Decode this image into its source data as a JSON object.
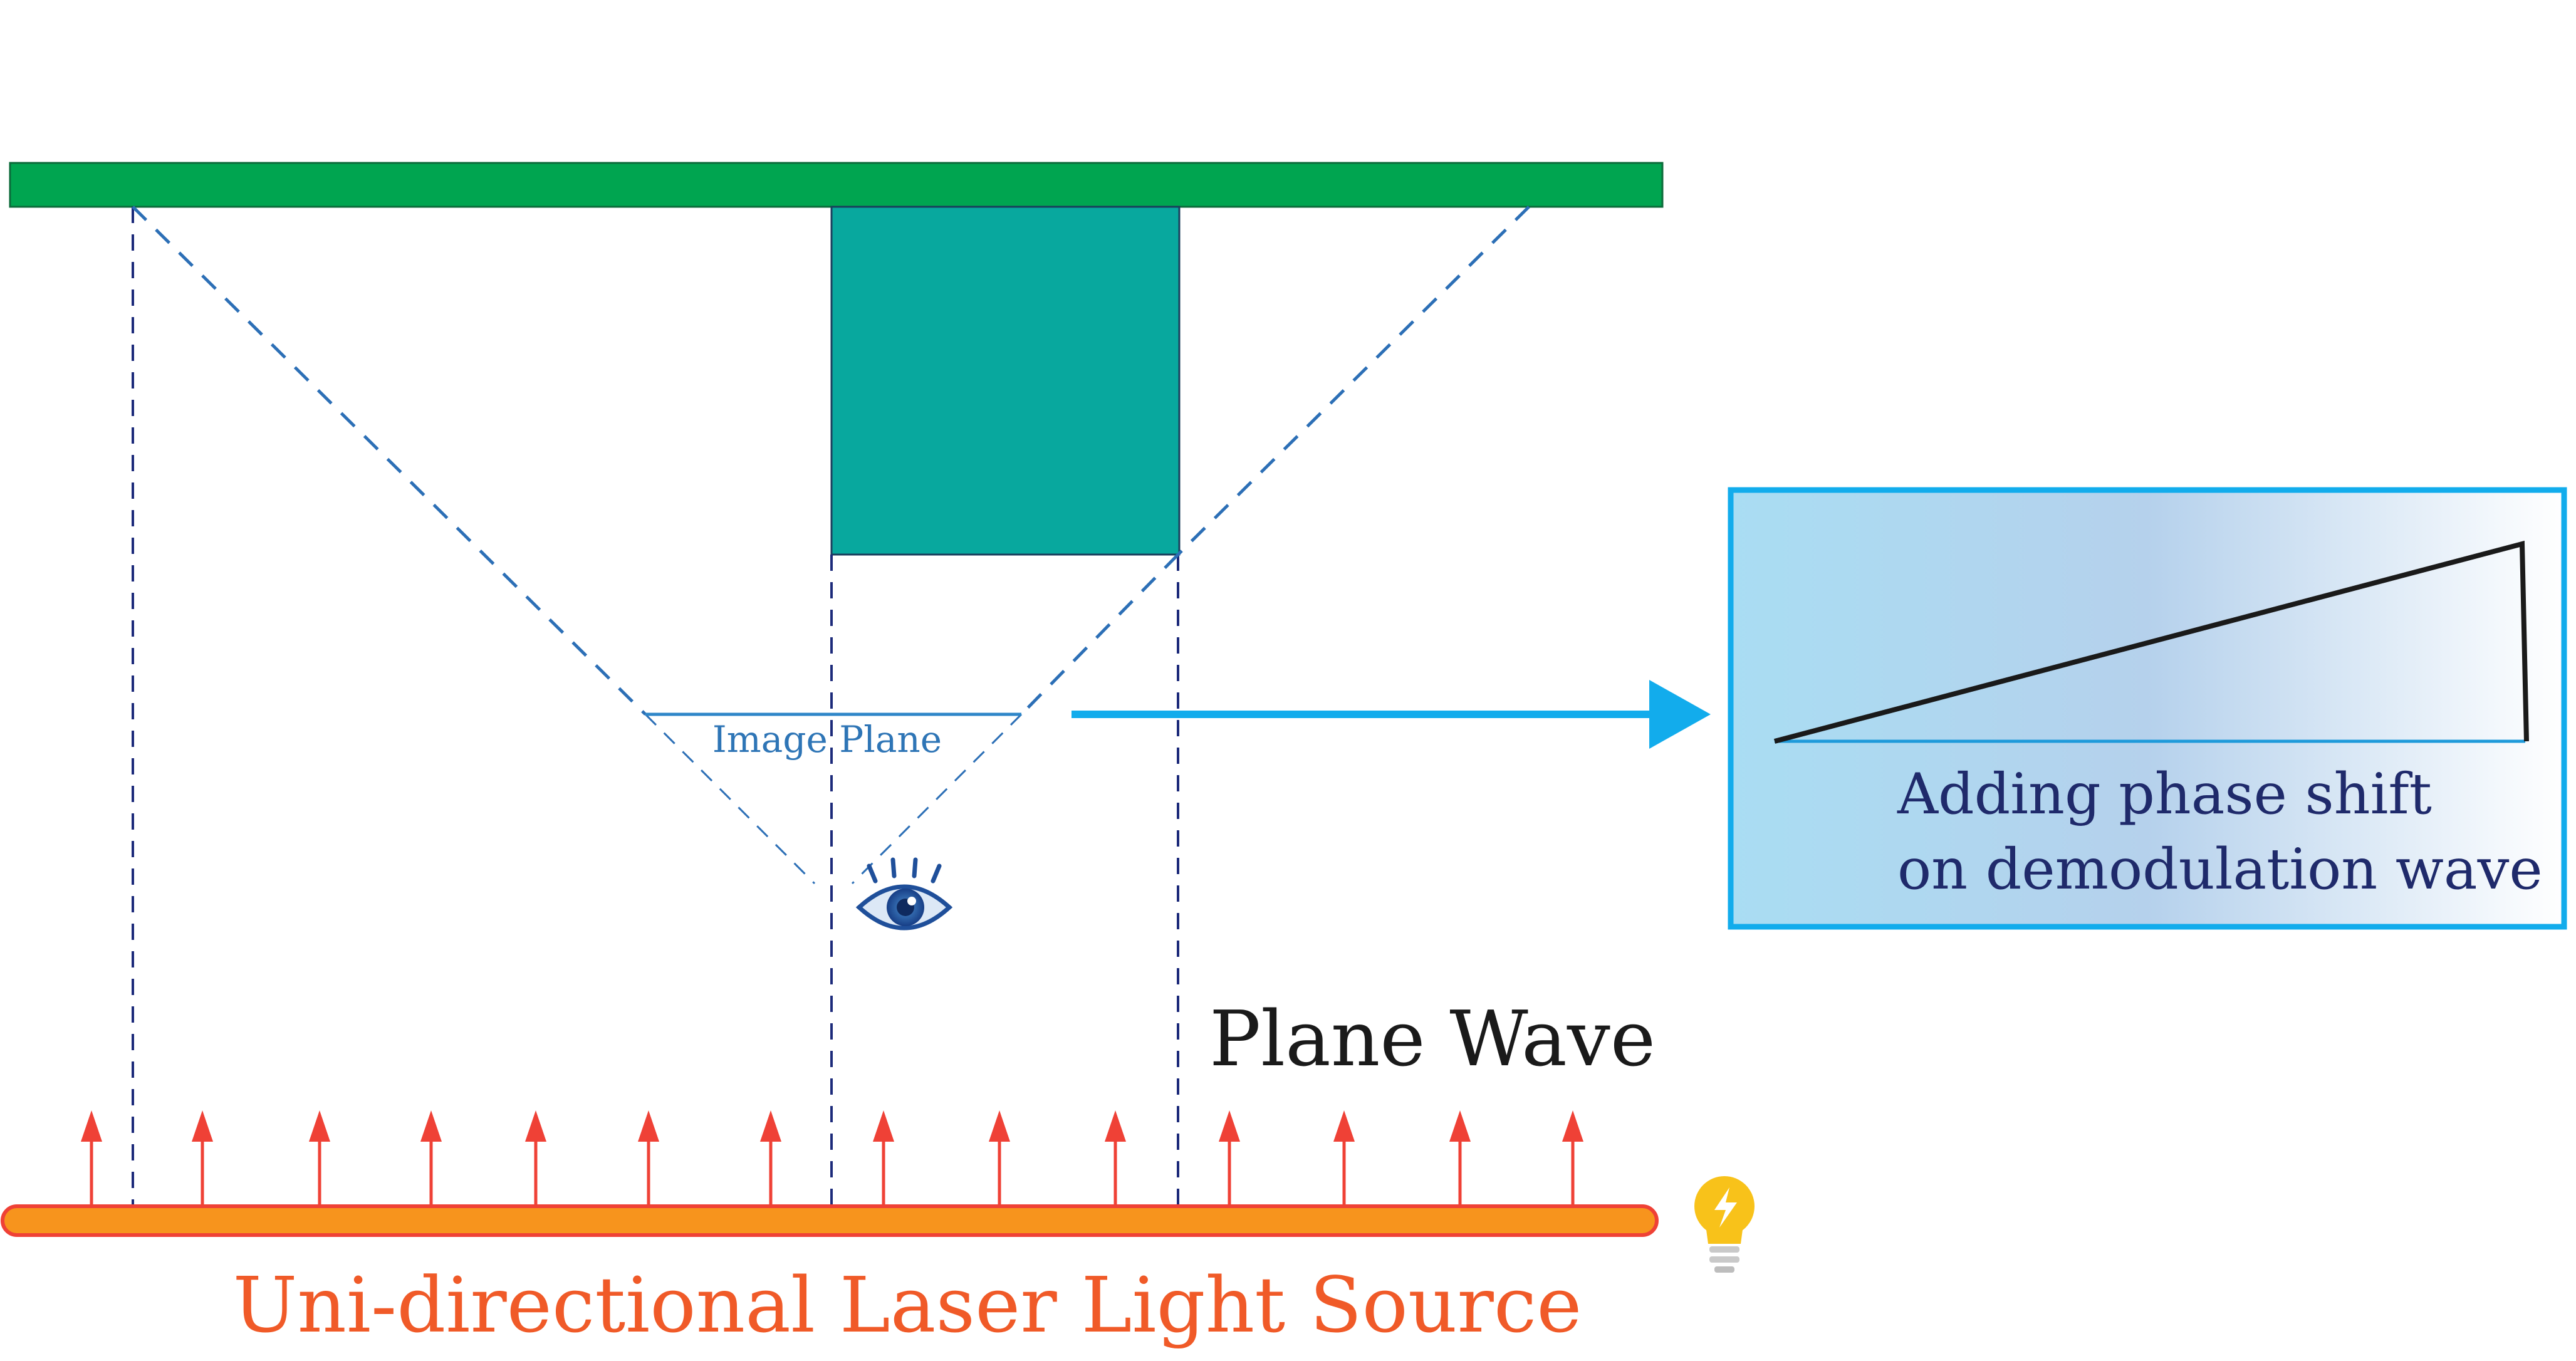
{
  "labels": {
    "image_plane": "Image Plane",
    "plane_wave": "Plane Wave",
    "light_source": "Uni-directional Laser Light Source",
    "phase_shift_line1": "Adding phase shift",
    "phase_shift_line2": "on demodulation wave"
  },
  "icons": {
    "eye": "eye-icon",
    "bulb": "lightbulb-icon",
    "arrow": "right-arrow-icon"
  },
  "colors": {
    "top_bar": "#00A550",
    "object_block": "#08A89E",
    "dash_dark": "#1C2A7A",
    "dash_light": "#2C6FB6",
    "image_plane": "#2E86C8",
    "accent_blue": "#12ACEC",
    "laser_fill": "#F7941D",
    "laser_stroke": "#EF4136",
    "wave_arrow": "#EF4136",
    "source_text": "#F05A28",
    "phase_text": "#1F2A6B",
    "plane_wave_text": "#1A1A1A",
    "bulb_yellow": "#F8C21A"
  },
  "wave_arrow_count": 14
}
